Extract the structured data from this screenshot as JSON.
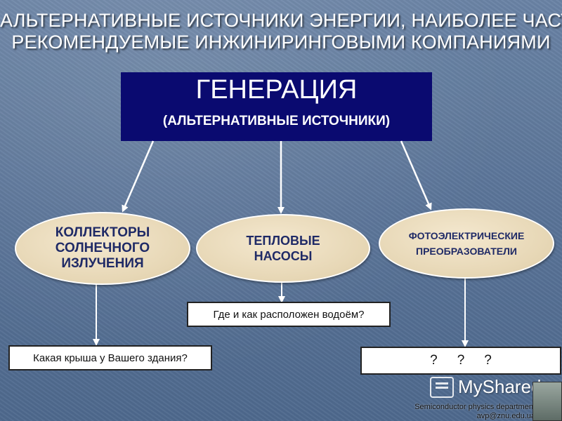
{
  "title": {
    "line1": "АЛЬТЕРНАТИВНЫЕ ИСТОЧНИКИ ЭНЕРГИИ, НАИБОЛЕЕ ЧАСТО",
    "line2": "РЕКОМЕНДУЕМЫЕ ИНЖИНИРИНГОВЫМИ КОМПАНИЯМИ"
  },
  "generation": {
    "title": "ГЕНЕРАЦИЯ",
    "subtitle": "(АЛЬТЕРНАТИВНЫЕ ИСТОЧНИКИ)"
  },
  "sources": [
    {
      "label": "КОЛЛЕКТОРЫ СОЛНЕЧНОГО ИЗЛУЧЕНИЯ"
    },
    {
      "label": "ТЕПЛОВЫЕ НАСОСЫ"
    },
    {
      "label": "ФОТОЭЛЕКТРИЧЕСКИЕ ПРЕОБРАЗОВАТЕЛИ"
    }
  ],
  "questions": {
    "heat_pumps": "Где и как расположен водоём?",
    "collectors": "Какая крыша у Вашего здания?",
    "photovoltaic": [
      "?",
      "?",
      "?"
    ]
  },
  "logo": {
    "text": "MyShared"
  },
  "footer": {
    "line1": "Semiconductor physics department",
    "line2": "avp@znu.edu.ua"
  },
  "colors": {
    "header_box": "#0a0a70",
    "ellipse_fill": "#e6d6b4",
    "ellipse_text": "#1f2a66",
    "background": "#5a7498"
  }
}
